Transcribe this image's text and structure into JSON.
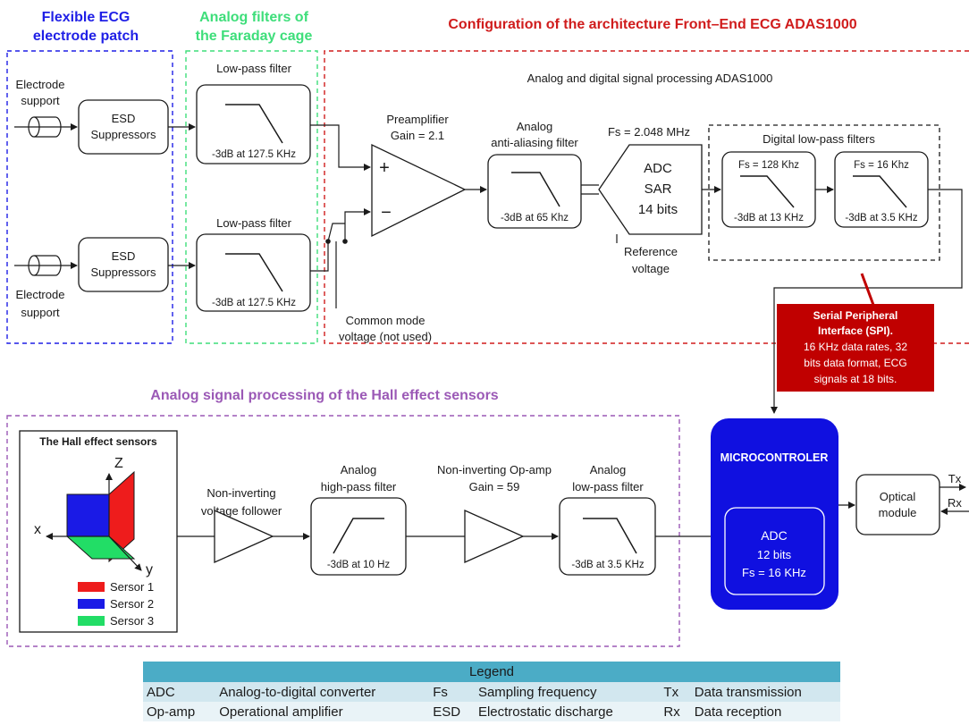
{
  "colors": {
    "ecg_group": "#1f1fe6",
    "faraday_group": "#3ede7a",
    "adas_group": "#d01c1c",
    "hall_group": "#9b59b6",
    "microcontroller": "#1010e0",
    "spi_fill": "#c00000",
    "sensor1": "#ee1c1c",
    "sensor2": "#1a1ae6",
    "sensor3": "#22dd66",
    "legend_header": "#4bacc6"
  },
  "titles": {
    "ecg_line1": "Flexible ECG",
    "ecg_line2": "electrode patch",
    "faraday_line1": "Analog filters of",
    "faraday_line2": "the Faraday cage",
    "adas": "Configuration of the architecture Front–End ECG ADAS1000",
    "hall": "Analog signal processing of the Hall effect sensors"
  },
  "ecg": {
    "electrode_top_line1": "Electrode",
    "electrode_top_line2": "support",
    "electrode_bottom_line1": "Electrode",
    "electrode_bottom_line2": "support",
    "esd_line1": "ESD",
    "esd_line2": "Suppressors"
  },
  "faraday": {
    "lpf_label": "Low-pass filter",
    "lpf_cutoff": "-3dB at 127.5 KHz"
  },
  "adas": {
    "section_label": "Analog and digital signal processing ADAS1000",
    "preamp_line1": "Preamplifier",
    "preamp_line2": "Gain = 2.1",
    "plus": "+",
    "minus": "−",
    "aa_line1": "Analog",
    "aa_line2": "anti-aliasing filter",
    "aa_cutoff": "-3dB at 65 Khz",
    "fs_adc": "Fs = 2.048 MHz",
    "adc_line1": "ADC",
    "adc_line2": "SAR",
    "adc_line3": "14 bits",
    "ref_line1": "Reference",
    "ref_line2": "voltage",
    "common_line1": "Common mode",
    "common_line2": "voltage (not used)",
    "dlpf_label": "Digital low-pass filters",
    "dlpf1_fs": "Fs = 128 Khz",
    "dlpf1_cutoff": "-3dB at 13 KHz",
    "dlpf2_fs": "Fs = 16 Khz",
    "dlpf2_cutoff": "-3dB at 3.5 KHz"
  },
  "spi": {
    "line1": "Serial Peripheral",
    "line2": "Interface (SPI).",
    "line3": "16 KHz data rates, 32",
    "line4": "bits data format, ECG",
    "line5": "signals at 18 bits."
  },
  "hall": {
    "sensors_title": "The Hall effect sensors",
    "axis_z": "Z",
    "axis_x": "x",
    "axis_y": "y",
    "sensor1": "Sersor 1",
    "sensor2": "Sersor 2",
    "sensor3": "Sersor 3",
    "follower_line1": "Non-inverting",
    "follower_line2": "voltage follower",
    "hpf_line1": "Analog",
    "hpf_line2": "high-pass filter",
    "hpf_cutoff": "-3dB at 10 Hz",
    "opamp_line1": "Non-inverting Op-amp",
    "opamp_line2": "Gain = 59",
    "lpf_line1": "Analog",
    "lpf_line2": "low-pass filter",
    "lpf_cutoff": "-3dB at 3.5 KHz"
  },
  "mcu": {
    "title": "MICROCONTROLER",
    "adc": "ADC",
    "bits": "12 bits",
    "fs": "Fs = 16 KHz"
  },
  "optical": {
    "line1": "Optical",
    "line2": "module",
    "tx": "Tx",
    "rx": "Rx"
  },
  "legend": {
    "title": "Legend",
    "rows": [
      [
        "ADC",
        "Analog-to-digital converter",
        "Fs",
        "Sampling frequency",
        "Tx",
        "Data transmission"
      ],
      [
        "Op-amp",
        "Operational amplifier",
        "ESD",
        "Electrostatic discharge",
        "Rx",
        "Data reception"
      ]
    ]
  }
}
